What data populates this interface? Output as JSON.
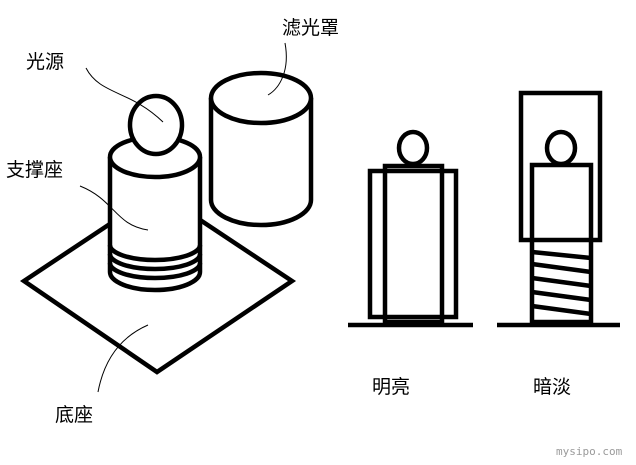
{
  "labels": {
    "light_source": "光源",
    "filter_cover": "滤光罩",
    "support_base": "支撑座",
    "base": "底座",
    "bright": "明亮",
    "dim": "暗淡"
  },
  "watermark": "mysipo.com",
  "colors": {
    "stroke": "#000000",
    "background": "#ffffff",
    "watermark": "#9a9a9a"
  }
}
